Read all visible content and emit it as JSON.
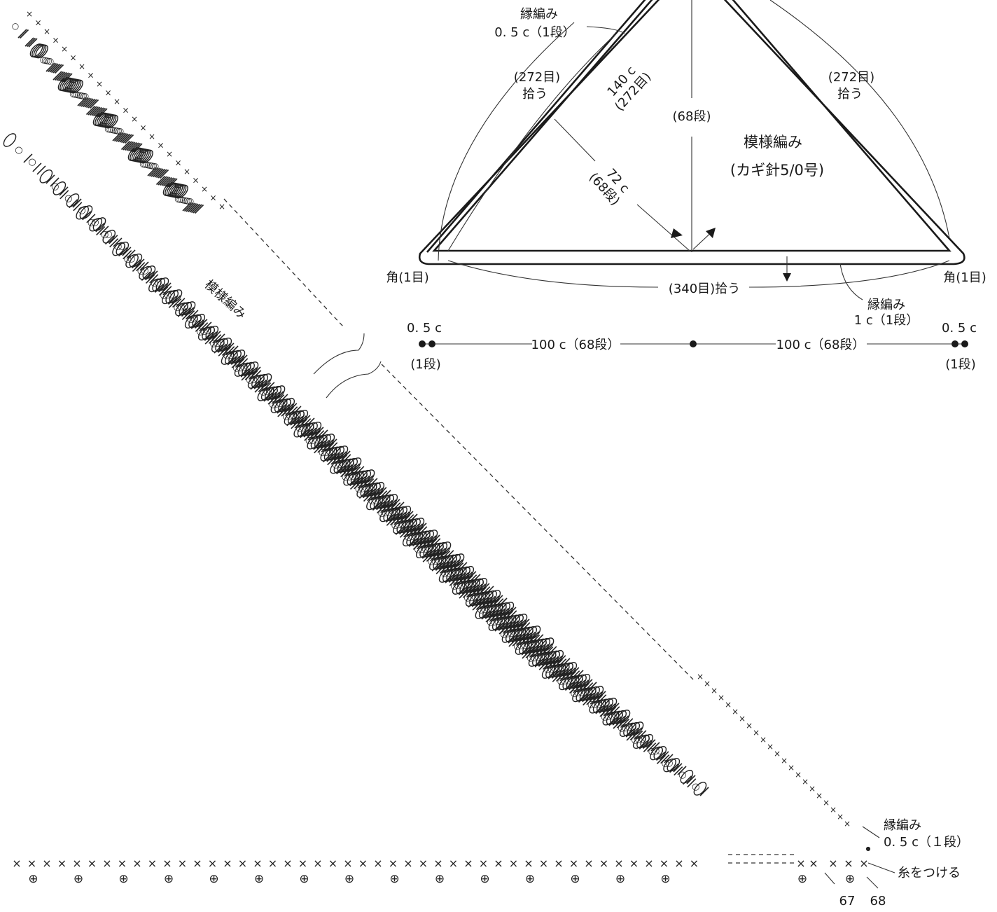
{
  "schematic": {
    "edge_top": {
      "name": "縁編み",
      "size": "0. 5 c（1段）"
    },
    "left_pick": {
      "count": "(272目)",
      "verb": "拾う"
    },
    "right_pick": {
      "count": "(272目)",
      "verb": "拾う"
    },
    "side_length": {
      "size": "140 c",
      "stitches": "(272目)"
    },
    "height_rows": "(68段)",
    "pattern_name": "模様編み",
    "hook": "(カギ針5/0号)",
    "depth": {
      "size": "72 c",
      "rows": "(68段)"
    },
    "corner_left": "角(1目)",
    "corner_right": "角(1目)",
    "bottom_pick": "(340目)拾う",
    "edge_bottom": {
      "name": "縁編み",
      "size": "1 c（1段）"
    }
  },
  "dimension_row": {
    "left_size": "0. 5 c",
    "left_rows": "(1段)",
    "left_half": "100 c（68段）",
    "right_half": "100 c（68段）",
    "right_size": "0. 5 c",
    "right_rows": "(1段)"
  },
  "chart": {
    "pattern_label": "模様編み",
    "edge_label_name": "縁編み",
    "edge_label_size": "0. 5 c（１段）",
    "attach_yarn": "糸をつける",
    "row_67": "67",
    "row_68": "68"
  },
  "symbols": {
    "single_crochet": "×",
    "chain": "○",
    "cluster": "⊕",
    "slip": "●"
  }
}
